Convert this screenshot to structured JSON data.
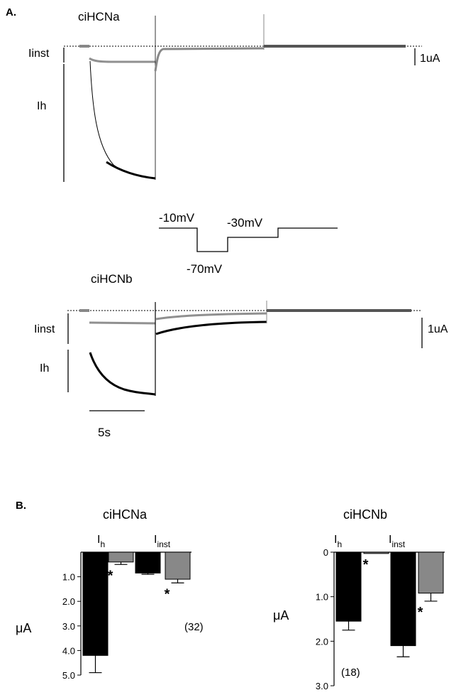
{
  "panel_a": {
    "label": "A.",
    "top": {
      "title": "ciHCNa",
      "iinst_label": "Iinst",
      "ih_label": "Ih",
      "scale_label": "1uA"
    },
    "protocol": {
      "step1": "-10mV",
      "step2": "-70mV",
      "step3": "-30mV"
    },
    "bottom": {
      "title": "ciHCNb",
      "iinst_label": "Iinst",
      "ih_label": "Ih",
      "scale_label": "1uA"
    },
    "time_scale_label": "5s"
  },
  "panel_b": {
    "label": "B."
  },
  "colors": {
    "control": "#000000",
    "treated": "#888888",
    "trace_gray": "#909090"
  },
  "chart_data": [
    {
      "type": "bar",
      "title": "ciHCNa",
      "ylabel": "μA",
      "y_inverted": true,
      "ylim": [
        0,
        5.0
      ],
      "yticks": [
        "1.0",
        "2.0",
        "3.0",
        "4.0",
        "5.0"
      ],
      "group_labels": [
        {
          "main": "I",
          "sub": "h"
        },
        {
          "main": "I",
          "sub": "inst"
        }
      ],
      "n_label": "(32)",
      "bars": [
        {
          "group": 0,
          "color": "#000000",
          "value": 4.2,
          "error": 0.7,
          "star": false
        },
        {
          "group": 0,
          "color": "#888888",
          "value": 0.4,
          "error": 0.1,
          "star": true
        },
        {
          "group": 1,
          "color": "#000000",
          "value": 0.85,
          "error": 0.05,
          "star": false
        },
        {
          "group": 1,
          "color": "#888888",
          "value": 1.1,
          "error": 0.15,
          "star": true
        }
      ]
    },
    {
      "type": "bar",
      "title": "ciHCNb",
      "ylabel": "μA",
      "y_inverted": true,
      "ylim": [
        0,
        3.0
      ],
      "yticks": [
        "0",
        "1.0",
        "2.0",
        "3.0"
      ],
      "group_labels": [
        {
          "main": "I",
          "sub": "h"
        },
        {
          "main": "I",
          "sub": "inst"
        }
      ],
      "n_label": "(18)",
      "bars": [
        {
          "group": 0,
          "color": "#000000",
          "value": 1.55,
          "error": 0.2,
          "star": false
        },
        {
          "group": 0,
          "color": "#888888",
          "value": 0.03,
          "error": 0.0,
          "star": true
        },
        {
          "group": 1,
          "color": "#000000",
          "value": 2.1,
          "error": 0.25,
          "star": false
        },
        {
          "group": 1,
          "color": "#888888",
          "value": 0.92,
          "error": 0.18,
          "star": true
        }
      ]
    }
  ]
}
